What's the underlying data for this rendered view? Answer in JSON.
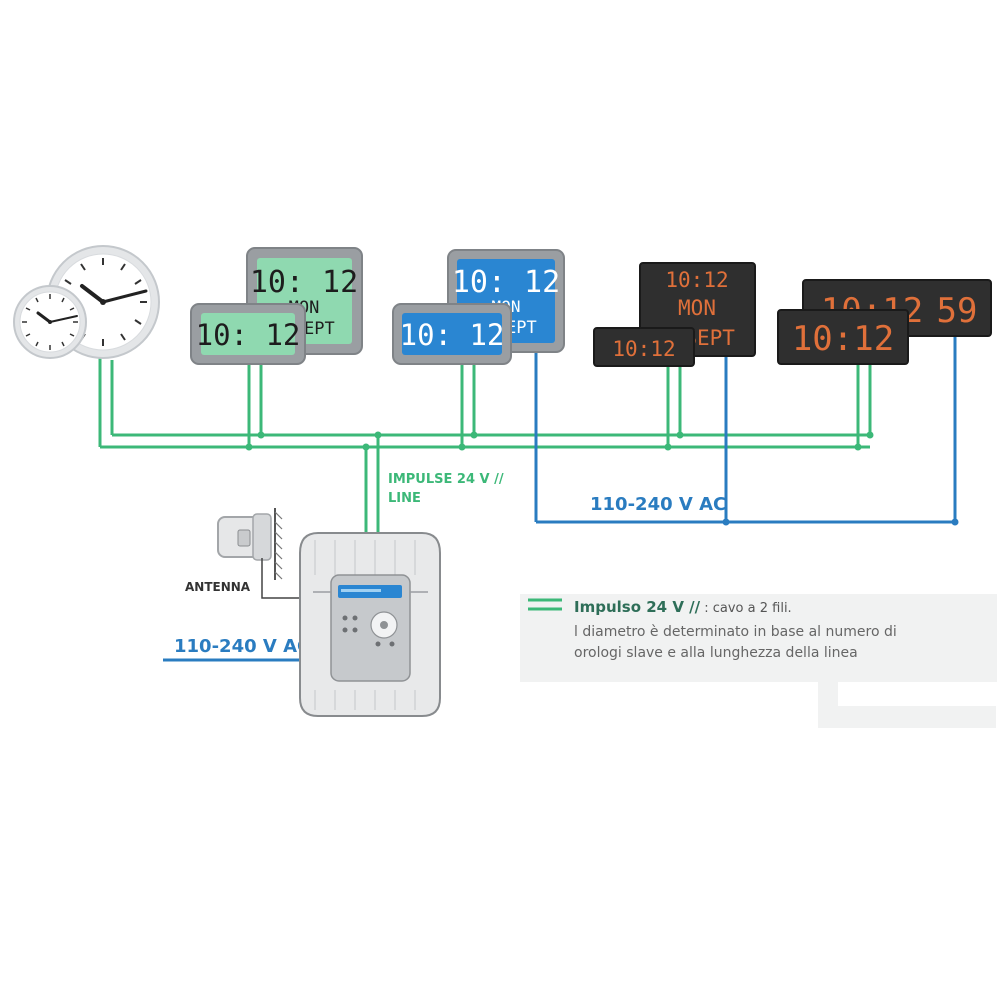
{
  "colors": {
    "impulse_line": "#3cb878",
    "power_line": "#2a7cc0",
    "lcd_green": "#8fd9b0",
    "lcd_blue": "#2a86d2",
    "led_orange": "#e0703a",
    "led_panel": "#2f2f2f",
    "frame_grey": "#9a9ea2",
    "label_green": "#3cb878",
    "label_blue": "#2a7cc0",
    "legend_bg": "#f1f2f2"
  },
  "clocks": {
    "green_large": {
      "time": "10: 12",
      "day": "MON",
      "date": "9 SEPT"
    },
    "green_small": {
      "time": "10: 12"
    },
    "blue_large": {
      "time": "10: 12",
      "day": "MON",
      "date": "9 SEPT"
    },
    "blue_small": {
      "time": "10: 12"
    },
    "led_large": {
      "time": "10:12",
      "day": "MON",
      "date": "9 SEPT"
    },
    "led_small": {
      "time": "10:12"
    },
    "led_wide_large": {
      "time": "10:12",
      "seconds": "59"
    },
    "led_wide_small": {
      "time": "10:12"
    }
  },
  "labels": {
    "impulse_line_1": "IMPULSE 24 V //",
    "impulse_line_2": "LINE",
    "power_top": "110-240 V AC",
    "power_left": "110-240 V AC",
    "antenna": "ANTENNA"
  },
  "legend": {
    "title": "Impulso 24 V //",
    "title_suffix": " : cavo a 2 fili.",
    "line_2": "l diametro è determinato in base al numero di",
    "line_3": "orologi slave e alla lunghezza della linea"
  },
  "icons": {
    "analog_clock": "analog-clock-icon",
    "antenna": "antenna-icon",
    "master_clock": "master-clock-icon"
  }
}
